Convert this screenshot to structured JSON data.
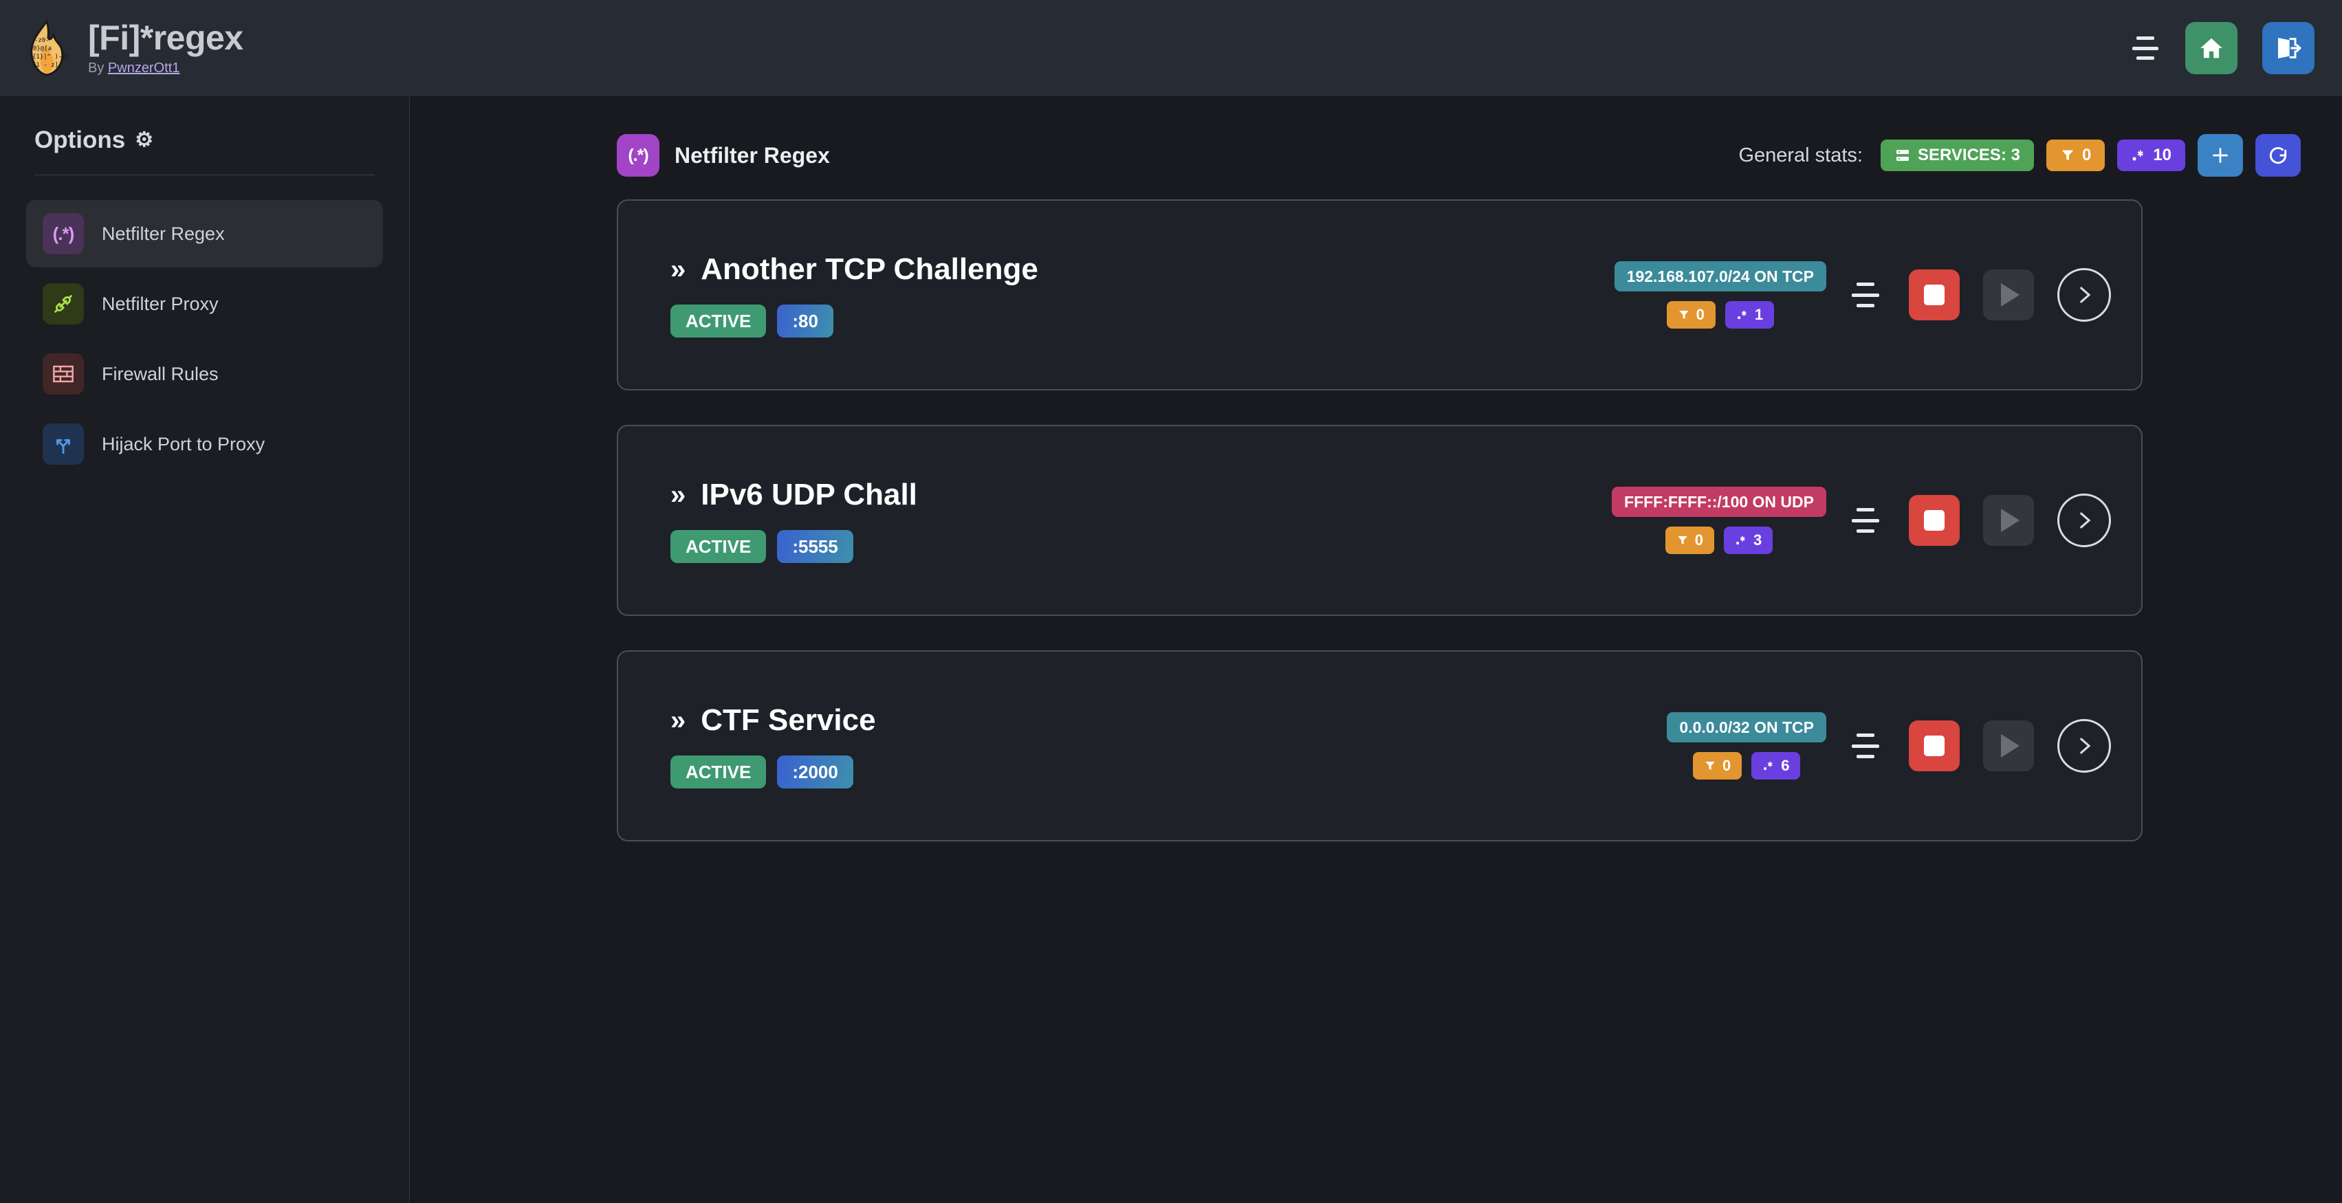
{
  "header": {
    "logo_icon": "flame-regex-logo",
    "title": "[Fi]*regex",
    "by_prefix": "By ",
    "author": "PwnzerOtt1",
    "menu_icon": "hamburger-icon",
    "home_icon": "home-icon",
    "logout_icon": "logout-icon"
  },
  "sidebar": {
    "heading": "Options",
    "heading_icon": "⚙",
    "items": [
      {
        "label": "Netfilter Regex",
        "icon": "regex-icon",
        "glyph": "(.*)",
        "tile_bg": "#4a3258",
        "glyph_color": "#d79bf0",
        "active": true
      },
      {
        "label": "Netfilter Proxy",
        "icon": "plug-icon",
        "tile_bg": "#2f3a18",
        "glyph_color": "#aee04a",
        "active": false
      },
      {
        "label": "Firewall Rules",
        "icon": "brick-wall-icon",
        "tile_bg": "#412628",
        "glyph_color": "#f0a8a8",
        "active": false
      },
      {
        "label": "Hijack Port to Proxy",
        "icon": "arrow-fork-icon",
        "tile_bg": "#1f3351",
        "glyph_color": "#4f9ae8",
        "active": false
      }
    ]
  },
  "main": {
    "page_icon": "regex-icon",
    "page_icon_glyph": "(.*)",
    "page_title": "Netfilter Regex",
    "stats_label": "General stats:",
    "stats": [
      {
        "name": "services-count",
        "icon": "server-icon",
        "label": "SERVICES: 3",
        "color": "#4fa357"
      },
      {
        "name": "filters-count",
        "icon": "funnel-icon",
        "label": "0",
        "color": "#e3952f"
      },
      {
        "name": "regexes-count",
        "icon": "regex-icon",
        "label": "10",
        "color": "#6a3fe0"
      }
    ],
    "add_icon": "plus-icon",
    "refresh_icon": "refresh-icon"
  },
  "services": [
    {
      "chevron": "»",
      "name": "Another TCP Challenge",
      "status": "ACTIVE",
      "port": ":80",
      "network": "192.168.107.0/24 ON TCP",
      "proto": "tcp",
      "filters": "0",
      "regexes": "1",
      "menu_icon": "hamburger-icon",
      "stop_icon": "stop-icon",
      "play_icon": "play-icon",
      "details_icon": "chevron-right-icon"
    },
    {
      "chevron": "»",
      "name": "IPv6 UDP Chall",
      "status": "ACTIVE",
      "port": ":5555",
      "network": "FFFF:FFFF::/100 ON UDP",
      "proto": "udp",
      "filters": "0",
      "regexes": "3",
      "menu_icon": "hamburger-icon",
      "stop_icon": "stop-icon",
      "play_icon": "play-icon",
      "details_icon": "chevron-right-icon"
    },
    {
      "chevron": "»",
      "name": "CTF Service",
      "status": "ACTIVE",
      "port": ":2000",
      "network": "0.0.0.0/32 ON TCP",
      "proto": "tcp",
      "filters": "0",
      "regexes": "6",
      "menu_icon": "hamburger-icon",
      "stop_icon": "stop-icon",
      "play_icon": "play-icon",
      "details_icon": "chevron-right-icon"
    }
  ],
  "colors": {
    "accent_purple": "#a145c6",
    "active_green": "#3f9a72",
    "stop_red": "#d9453f",
    "tcp_teal": "#3b8b9b",
    "udp_crimson": "#c23b64"
  }
}
